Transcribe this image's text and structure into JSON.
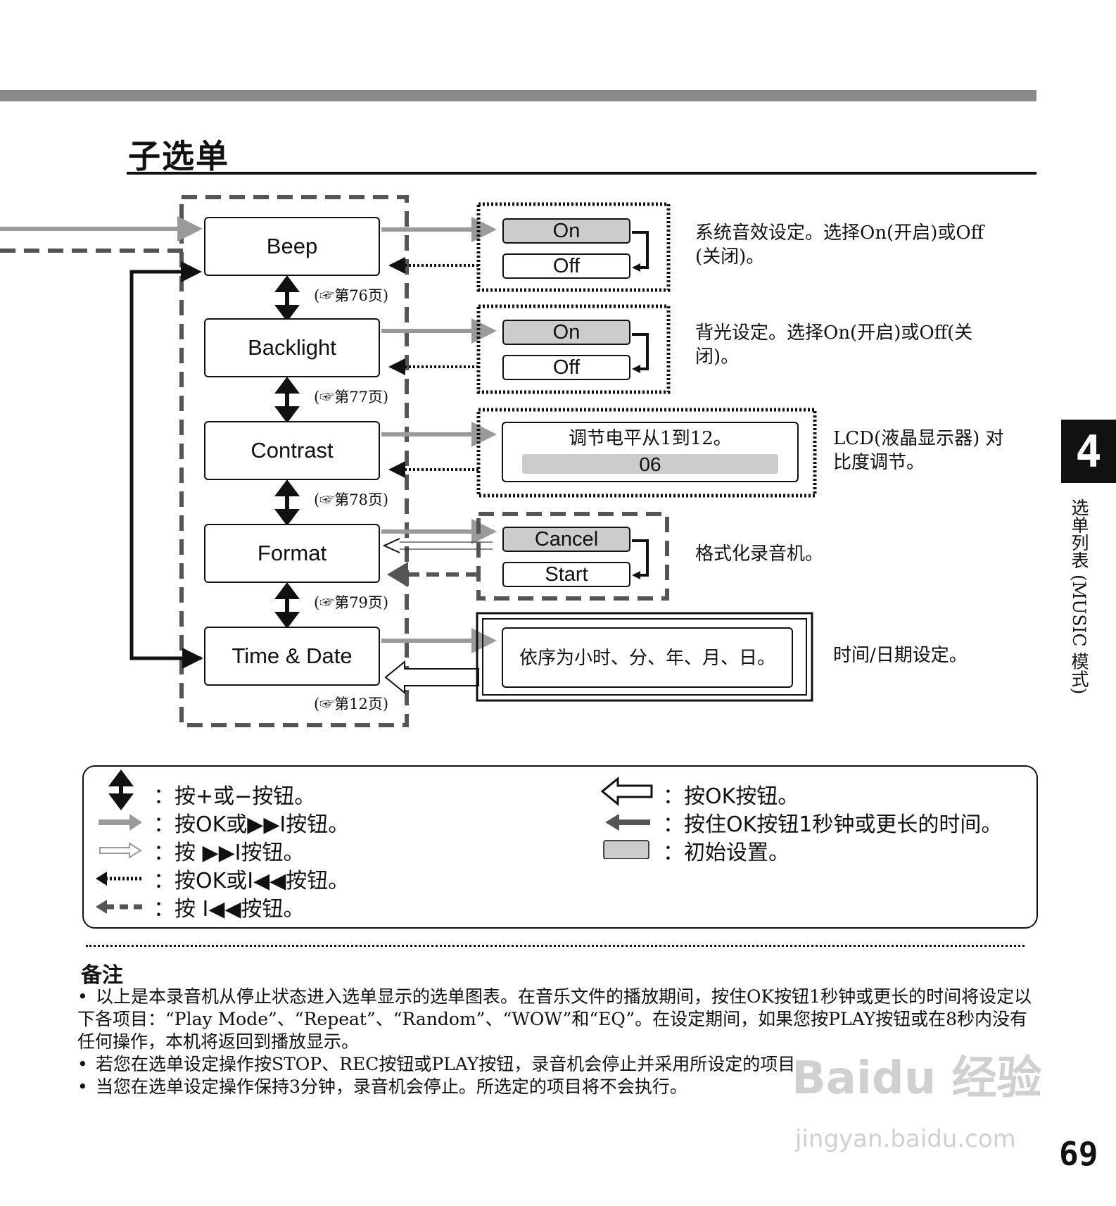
{
  "section_title": "子选单",
  "menu": [
    {
      "label": "Beep",
      "ref": "(☞第76页)"
    },
    {
      "label": "Backlight",
      "ref": "(☞第77页)"
    },
    {
      "label": "Contrast",
      "ref": "(☞第78页)"
    },
    {
      "label": "Format",
      "ref": "(☞第79页)"
    },
    {
      "label": "Time & Date",
      "ref": "(☞第12页)"
    }
  ],
  "options": {
    "beep_on": "On",
    "beep_off": "Off",
    "backlight_on": "On",
    "backlight_off": "Off",
    "contrast_hint": "调节电平从1到12。",
    "contrast_value": "06",
    "format_cancel": "Cancel",
    "format_start": "Start",
    "time_hint": "依序为小时、分、年、月、日。"
  },
  "descriptions": {
    "beep": [
      "系统音效设定。选择On(开启)或Off",
      "(关闭)。"
    ],
    "backlight": [
      "背光设定。选择On(开启)或Off(关",
      "闭)。"
    ],
    "contrast": [
      "LCD(液晶显示器) 对",
      "比度调节。"
    ],
    "format": "格式化录音机。",
    "time": "时间/日期设定。"
  },
  "chapter_tab": "4",
  "side_label": "选单列表 (MUSIC 模式)",
  "legend": {
    "plus_minus": "：按+或−按钮。",
    "ok_ff": "：按OK或▶▶I按钮。",
    "ff": "：按 ▶▶I按钮。",
    "ok_rew": "：按OK或I◀◀按钮。",
    "rew": "：按 I◀◀按钮。",
    "ok": "：按OK按钮。",
    "ok_hold": "：按住OK按钮1秒钟或更长的时间。",
    "default": "：初始设置。"
  },
  "notes_title": "备注",
  "notes": [
    "以上是本录音机从停止状态进入选单显示的选单图表。在音乐文件的播放期间，按住OK按钮1秒钟或更长的时间将设定以下各项目：“Play Mode”、“Repeat”、“Random”、“WOW”和“EQ”。在设定期间，如果您按PLAY按钮或在8秒内没有任何操作，本机将返回到播放显示。",
    "若您在选单设定操作按STOP、REC按钮或PLAY按钮，录音机会停止并采用所设定的项目。",
    "当您在选单设定操作保持3分钟，录音机会停止。所选定的项目将不会执行。"
  ],
  "watermark": "Baidu 经验",
  "watermark_url": "jingyan.baidu.com",
  "page_number": "69",
  "colors": {
    "gray_arrow": "#9a9a9a",
    "dash": "#555555",
    "default_fill": "#cccccc"
  }
}
